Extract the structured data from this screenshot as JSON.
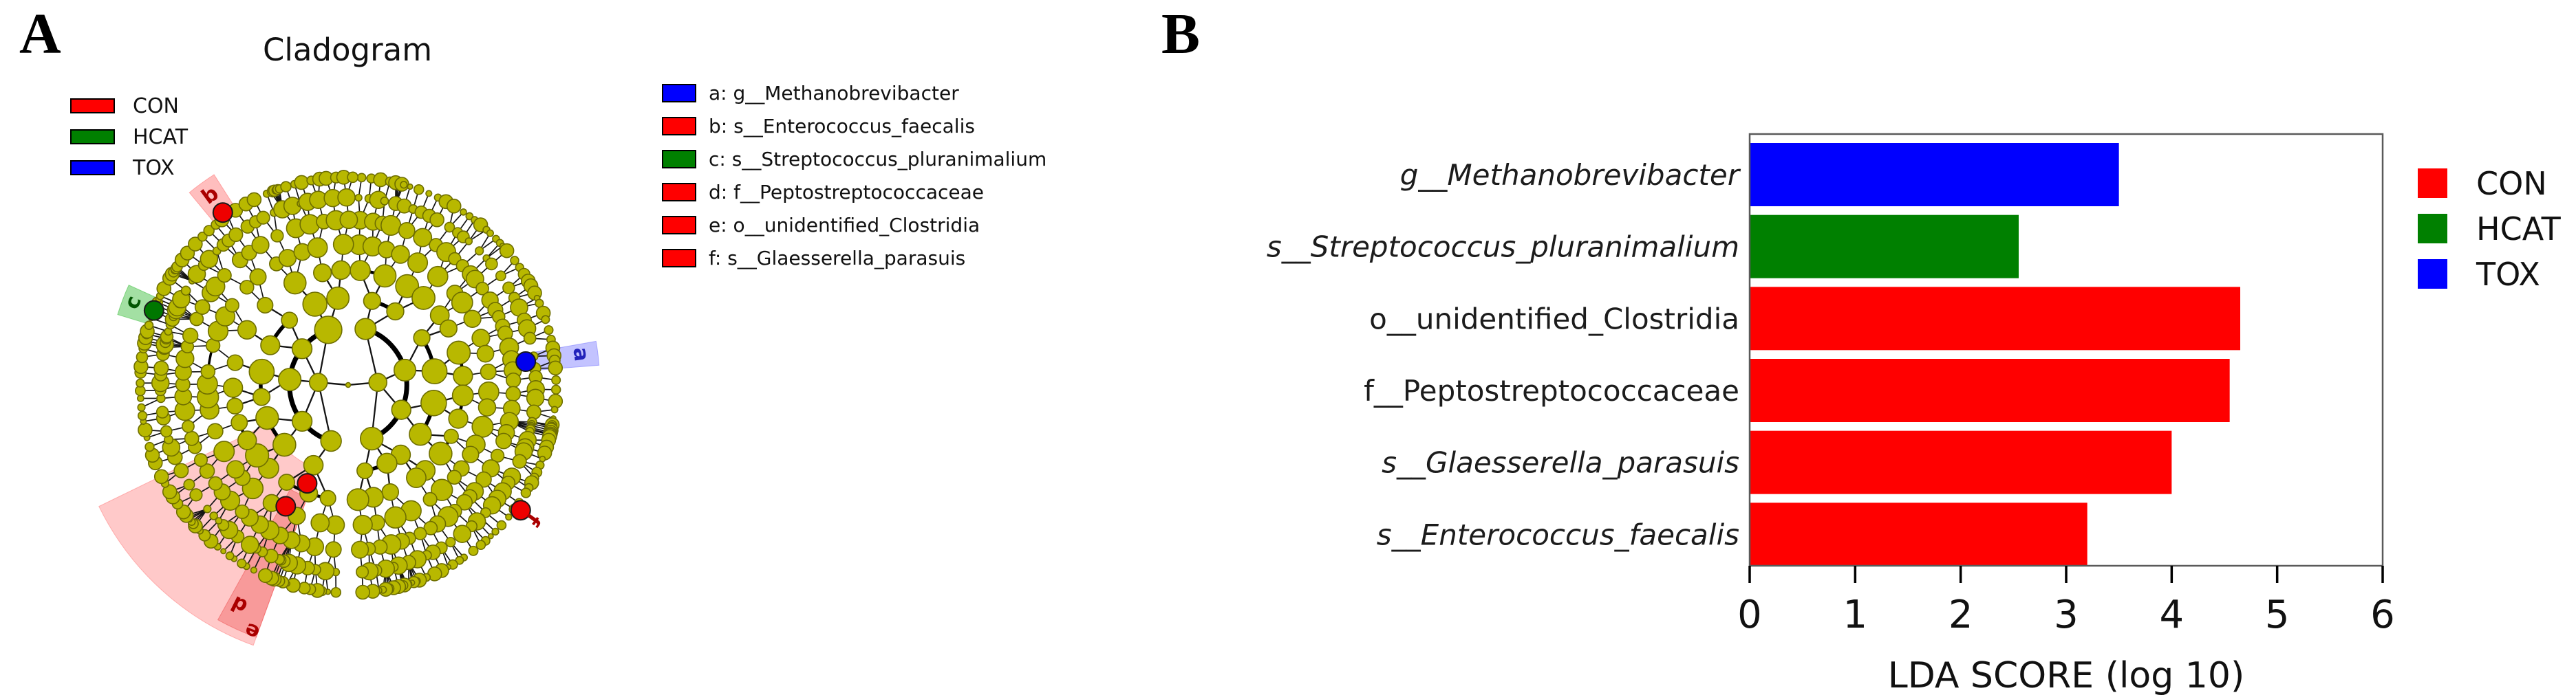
{
  "figure": {
    "background": "#ffffff"
  },
  "panel_a": {
    "label": "A",
    "title": "Cladogram",
    "group_legend": [
      {
        "label": "CON",
        "color": "#ff0000"
      },
      {
        "label": "HCAT",
        "color": "#008000"
      },
      {
        "label": "TOX",
        "color": "#0000ff"
      }
    ],
    "taxa_legend": [
      {
        "text": "a: g__Methanobrevibacter",
        "color": "#0000ff"
      },
      {
        "text": "b: s__Enterococcus_faecalis",
        "color": "#ff0000"
      },
      {
        "text": "c: s__Streptococcus_pluranimalium",
        "color": "#008000"
      },
      {
        "text": "d: f__Peptostreptococcaceae",
        "color": "#ff0000"
      },
      {
        "text": "e: o__unidentified_Clostridia",
        "color": "#ff0000"
      },
      {
        "text": "f: s__Glaesserella_parasuis",
        "color": "#ff0000"
      }
    ]
  },
  "panel_b": {
    "label": "B"
  },
  "chart_data": [
    {
      "type": "cladogram",
      "title": "Cladogram",
      "groups": [
        {
          "label": "CON",
          "color": "#ff0000"
        },
        {
          "label": "HCAT",
          "color": "#008000"
        },
        {
          "label": "TOX",
          "color": "#0000ff"
        }
      ],
      "node_color": "#b8b800",
      "node_stroke": "#6e6e00",
      "edge_color": "#141414",
      "rings": [
        {
          "radius": 0.14,
          "count": 2,
          "size": 13
        },
        {
          "radius": 0.275,
          "count": 9,
          "size": 16
        },
        {
          "radius": 0.41,
          "count": 17,
          "size": 15
        },
        {
          "radius": 0.54,
          "count": 30,
          "size": 13.5
        },
        {
          "radius": 0.66,
          "count": 50,
          "size": 12.5
        },
        {
          "radius": 0.775,
          "count": 78,
          "size": 11.5
        },
        {
          "radius": 0.88,
          "count": 112,
          "size": 10
        },
        {
          "radius": 0.975,
          "count": 150,
          "size": 8
        }
      ],
      "wedges": [
        {
          "a0": 110,
          "a1": 154,
          "r0": 0.42,
          "r1": 1.3,
          "color": "#ff8888",
          "opacity": 0.45
        },
        {
          "a0": 110,
          "a1": 119,
          "r0": 0.56,
          "r1": 1.26,
          "color": "#ee5555",
          "opacity": 0.4
        },
        {
          "a0": -129.5,
          "a1": -122.5,
          "r0": 0.98,
          "r1": 1.17,
          "color": "#ff8888",
          "opacity": 0.55
        },
        {
          "a0": -163,
          "a1": -155.5,
          "r0": 0.98,
          "r1": 1.13,
          "color": "#66cc66",
          "opacity": 0.6
        },
        {
          "a0": -10,
          "a1": -4.5,
          "r0": 0.85,
          "r1": 1.18,
          "color": "#8888ff",
          "opacity": 0.5
        }
      ],
      "highlighted_taxa": [
        {
          "letter": "a",
          "taxon": "g__Methanobrevibacter",
          "group": "TOX",
          "color": "#0000ee",
          "angle": -7.5,
          "radius": 0.84,
          "label_angle": -7.5,
          "label_radius": 1.1,
          "label_color": "#2222bb"
        },
        {
          "letter": "b",
          "taxon": "s__Enterococcus_faecalis",
          "group": "CON",
          "color": "#ee0000",
          "angle": -126,
          "radius": 1.0,
          "label_angle": -126,
          "label_radius": 1.1,
          "label_color": "#aa0000"
        },
        {
          "letter": "c",
          "taxon": "s__Streptococcus_pluranimalium",
          "group": "HCAT",
          "color": "#007700",
          "angle": -159,
          "radius": 0.975,
          "label_angle": -159,
          "label_radius": 1.08,
          "label_color": "#005500"
        },
        {
          "letter": "d",
          "taxon": "f__Peptostreptococcaceae",
          "group": "CON",
          "color": "#ee0000",
          "angle": 112.6,
          "radius": 0.5,
          "label_angle": 116.3,
          "label_radius": 1.15,
          "label_color": "#aa0000"
        },
        {
          "letter": "e",
          "taxon": "o__unidentified_Clostridia",
          "group": "CON",
          "color": "#ee0000",
          "angle": 117.2,
          "radius": 0.64,
          "label_angle": 111.3,
          "label_radius": 1.24,
          "label_color": "#aa0000"
        },
        {
          "letter": "f",
          "taxon": "s__Glaesserella_parasuis",
          "group": "CON",
          "color": "#ee0000",
          "angle": 36,
          "radius": 1.0,
          "label_angle": 36,
          "label_radius": 1.07,
          "label_color": "#aa0000"
        }
      ]
    },
    {
      "type": "bar",
      "orientation": "horizontal",
      "categories": [
        "g__Methanobrevibacter",
        "s__Streptococcus_pluranimalium",
        "o__unidentified_Clostridia",
        "f__Peptostreptococcaceae",
        "s__Glaesserella_parasuis",
        "s__Enterococcus_faecalis"
      ],
      "values": [
        3.5,
        2.55,
        4.65,
        4.55,
        4.0,
        3.2
      ],
      "groups": [
        "TOX",
        "HCAT",
        "CON",
        "CON",
        "CON",
        "CON"
      ],
      "bar_colors": [
        "#0000ff",
        "#008000",
        "#ff0000",
        "#ff0000",
        "#ff0000",
        "#ff0000"
      ],
      "italic": [
        true,
        true,
        false,
        false,
        true,
        true
      ],
      "xlabel": "LDA SCORE (log 10)",
      "xlim": [
        0,
        6
      ],
      "xticks": [
        0,
        1,
        2,
        3,
        4,
        5,
        6
      ],
      "grid": false,
      "legend_position": "right",
      "legend": [
        {
          "label": "CON",
          "color": "#ff0000"
        },
        {
          "label": "HCAT",
          "color": "#008000"
        },
        {
          "label": "TOX",
          "color": "#0000ff"
        }
      ]
    }
  ]
}
